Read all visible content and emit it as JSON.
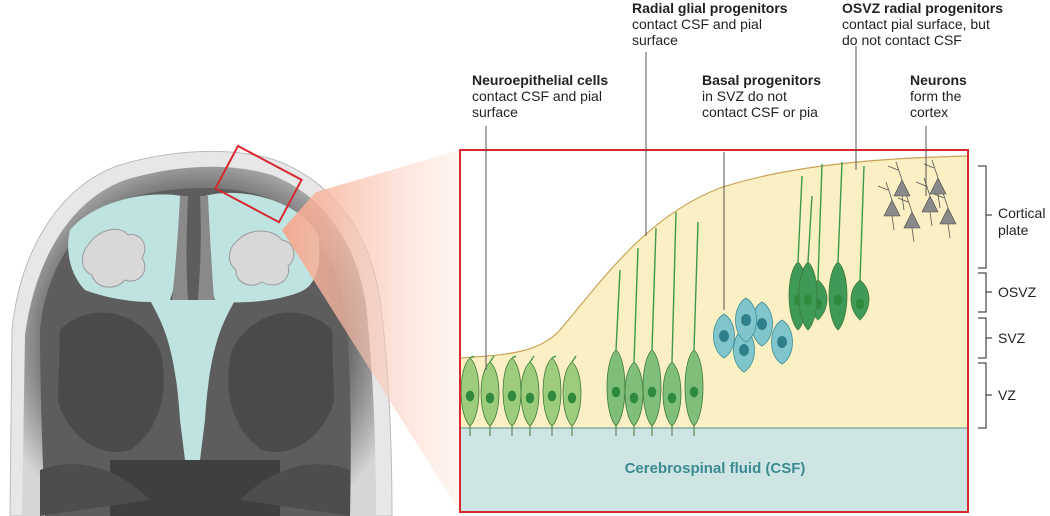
{
  "labels": {
    "neuroepithelial": {
      "title": "Neuroepithelial cells",
      "desc": [
        "contact CSF and pial",
        "surface"
      ]
    },
    "radial_glial": {
      "title": "Radial glial progenitors",
      "desc": [
        "contact CSF and pial",
        "surface"
      ]
    },
    "basal": {
      "title": "Basal progenitors",
      "desc": [
        "in SVZ do not",
        "contact CSF or pia"
      ]
    },
    "osvz_radial": {
      "title": "OSVZ radial progenitors",
      "desc": [
        "contact pial surface, but",
        "do not contact CSF"
      ]
    },
    "neurons": {
      "title": "Neurons",
      "desc": [
        "form the",
        "cortex"
      ]
    }
  },
  "zones": {
    "cortical_plate": [
      "Cortical",
      "plate"
    ],
    "osvz": "OSVZ",
    "svz": "SVZ",
    "vz": "VZ"
  },
  "csf_label": "Cerebrospinal fluid (CSF)",
  "colors": {
    "frame": "#d7282f",
    "csf_fill": "#cde6e4",
    "tissue_fill": "#fbf0c3",
    "pial_line": "#c9a255",
    "neuroepithelial": "#9ccc7c",
    "radial_glial": "#7fbf78",
    "basal": "#7fc5cb",
    "osvz_radial": "#3f9a58",
    "neuron": "#8a8a8a",
    "ventricle": "#bfe3e1"
  }
}
